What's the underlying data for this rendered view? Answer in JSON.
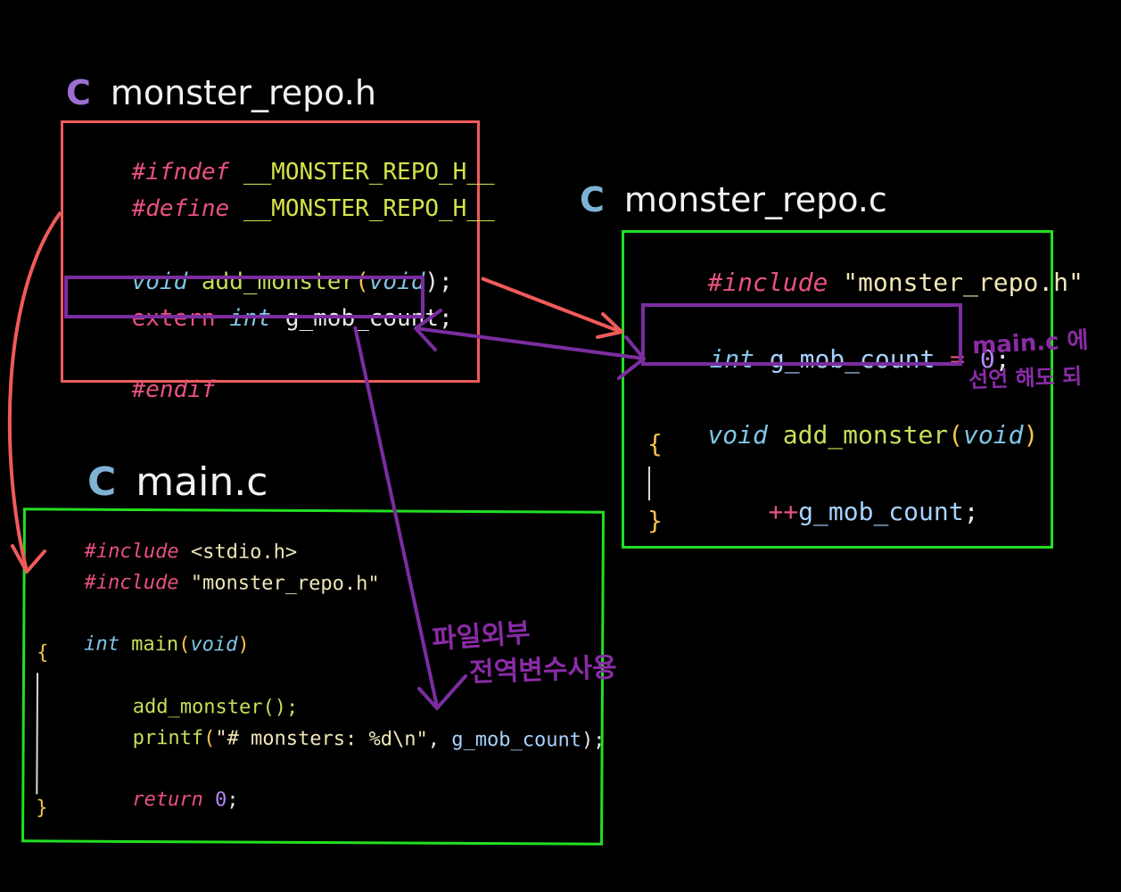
{
  "header_file": {
    "icon": "C",
    "icon_color": "#9b6fcf",
    "name": "monster_repo.h",
    "lines": {
      "ifndef_kw": "#ifndef",
      "ifndef_macro": "__MONSTER_REPO_H__",
      "define_kw": "#define",
      "define_macro": "__MONSTER_REPO_H__",
      "void_kw": "void",
      "fn_name": "add_monster",
      "paren_open": "(",
      "param_void": "void",
      "paren_close_semi": ");",
      "extern_kw": "extern",
      "int_kw": "int",
      "var_name": "g_mob_count",
      "semi": ";",
      "endif_kw": "#endif"
    },
    "border_color": "#f05a5a"
  },
  "repo_file": {
    "icon": "C",
    "icon_color": "#7fb3d5",
    "name": "monster_repo.c",
    "lines": {
      "include_kw": "#include",
      "include_str": "\"monster_repo.h\"",
      "int_kw": "int",
      "var_name": "g_mob_count",
      "assign": "=",
      "zero": "0",
      "semi": ";",
      "void_kw": "void",
      "fn_name": "add_monster",
      "paren_open": "(",
      "param_void": "void",
      "paren_close": ")",
      "brace_open": "{",
      "incr": "++",
      "incr_var": "g_mob_count",
      "incr_semi": ";",
      "brace_close": "}"
    },
    "border_color": "#22e022"
  },
  "main_file": {
    "icon": "C",
    "icon_color": "#7fb3d5",
    "name": "main.c",
    "lines": {
      "include1_kw": "#include",
      "include1_hdr": "<stdio.h>",
      "include2_kw": "#include",
      "include2_str": "\"monster_repo.h\"",
      "int_kw": "int",
      "main_name": "main",
      "paren_open": "(",
      "param_void": "void",
      "paren_close": ")",
      "brace_open": "{",
      "call": "add_monster();",
      "printf_name": "printf",
      "printf_open": "(",
      "printf_str": "\"# monsters: %d\\n\"",
      "printf_comma": ",",
      "printf_var": "g_mob_count",
      "printf_close": ");",
      "return_kw": "return",
      "return_val": "0",
      "return_semi": ";",
      "brace_close": "}"
    },
    "border_color": "#22e022"
  },
  "annotations": {
    "declared_note_line1": "main.c 에",
    "declared_note_line2": "선언 해도 되",
    "extern_note_line1": "파일외부",
    "extern_note_line2": "전역변수사용",
    "note_color": "#8a2ba6"
  }
}
